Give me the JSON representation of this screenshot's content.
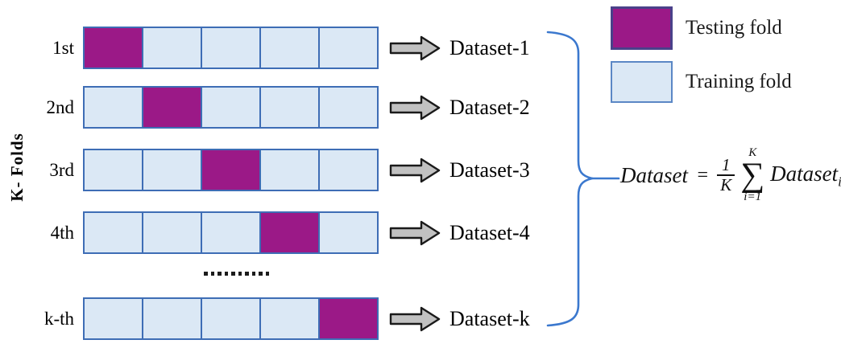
{
  "diagram": {
    "axis_label": "K- Folds",
    "folds_per_row": 5,
    "rows": [
      {
        "label": "1st",
        "test_index": 0,
        "dataset": "Dataset-1"
      },
      {
        "label": "2nd",
        "test_index": 1,
        "dataset": "Dataset-2"
      },
      {
        "label": "3rd",
        "test_index": 2,
        "dataset": "Dataset-3"
      },
      {
        "label": "4th",
        "test_index": 3,
        "dataset": "Dataset-4"
      },
      {
        "label": "k-th",
        "test_index": 4,
        "dataset": "Dataset-k"
      }
    ],
    "dots_count": 10
  },
  "legend": {
    "items": [
      {
        "label": "Testing fold",
        "color": "#9B1987"
      },
      {
        "label": "Training fold",
        "color": "#DBE8F5"
      }
    ]
  },
  "formula": {
    "lhs": "Dataset",
    "equals": "=",
    "frac_num": "1",
    "frac_den": "K",
    "sigma": "∑",
    "sum_upper": "K",
    "sum_lower": "i=1",
    "rhs_base": "Dataset",
    "rhs_sub": "i"
  },
  "colors": {
    "testing_fill": "#9B1987",
    "testing_border": "#4A418A",
    "training_fill": "#DBE8F5",
    "cell_border": "#3E6DB5",
    "brace_blue": "#3B78CE",
    "arrow_fill": "#C1C1C1",
    "arrow_outline": "#1A1A1A",
    "text": "#000000"
  }
}
